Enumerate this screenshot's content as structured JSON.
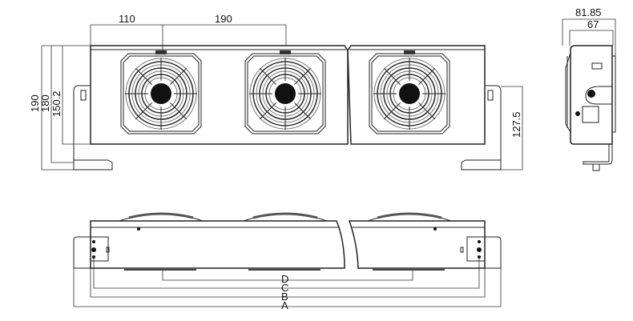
{
  "front_view": {
    "dims": {
      "spacing_first": "110",
      "spacing_fan": "190",
      "h_total": "190",
      "h_bracket": "180",
      "h_body": "150.2",
      "h_mount": "127.5"
    },
    "fan_count": 3
  },
  "side_view": {
    "dims": {
      "depth_total": "81.85",
      "depth_body": "67"
    }
  },
  "bottom_view": {
    "dims": {
      "d": "D",
      "c": "C",
      "b": "B",
      "a": "A"
    }
  },
  "colors": {
    "line": "#222222",
    "background": "#ffffff"
  }
}
